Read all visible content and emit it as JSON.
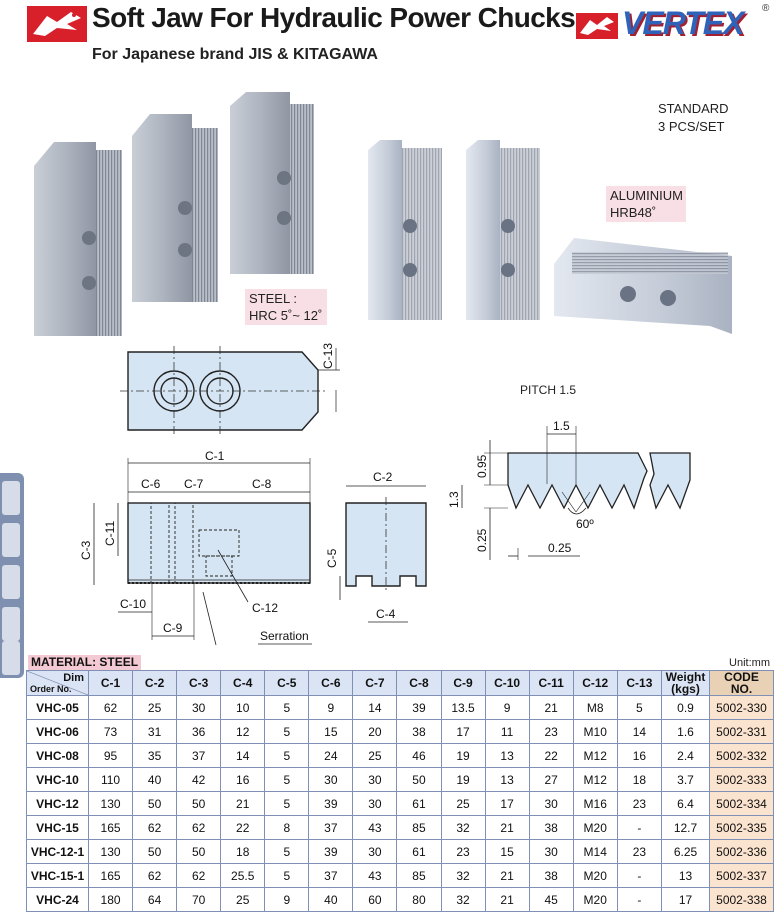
{
  "header": {
    "title": "Soft Jaw For Hydraulic Power Chucks",
    "subtitle": "For Japanese brand JIS & KITAGAWA",
    "brand": "VERTEX",
    "reg_mark": "®"
  },
  "notes": {
    "standard_line1": "STANDARD",
    "standard_line2": "3 PCS/SET",
    "aluminium_line1": "ALUMINIUM",
    "aluminium_line2": "HRB48˚",
    "steel_line1": "STEEL :",
    "steel_line2": "HRC 5˚~ 12˚",
    "pitch": "PITCH 1.5"
  },
  "drawing": {
    "c1": "C-1",
    "c2": "C-2",
    "c3": "C-3",
    "c4": "C-4",
    "c5": "C-5",
    "c6": "C-6",
    "c7": "C-7",
    "c8": "C-8",
    "c9": "C-9",
    "c10": "C-10",
    "c11": "C-11",
    "c12": "C-12",
    "c13": "C-13",
    "serration": "Serration",
    "p_15": "1.5",
    "p_095": "0.95",
    "p_13": "1.3",
    "p_025a": "0.25",
    "p_025b": "0.25",
    "p_60": "60º"
  },
  "table": {
    "material": "MATERIAL: STEEL",
    "unit": "Unit:mm",
    "dim_label": "Dim",
    "order_label": "Order No.",
    "columns": [
      "C-1",
      "C-2",
      "C-3",
      "C-4",
      "C-5",
      "C-6",
      "C-7",
      "C-8",
      "C-9",
      "C-10",
      "C-11",
      "C-12",
      "C-13"
    ],
    "weight_line1": "Weight",
    "weight_line2": "(kgs)",
    "code_line1": "CODE",
    "code_line2": "NO.",
    "rows": [
      {
        "order": "VHC-05",
        "vals": [
          "62",
          "25",
          "30",
          "10",
          "5",
          "9",
          "14",
          "39",
          "13.5",
          "9",
          "21",
          "M8",
          "5"
        ],
        "weight": "0.9",
        "code": "5002-330"
      },
      {
        "order": "VHC-06",
        "vals": [
          "73",
          "31",
          "36",
          "12",
          "5",
          "15",
          "20",
          "38",
          "17",
          "11",
          "23",
          "M10",
          "14"
        ],
        "weight": "1.6",
        "code": "5002-331"
      },
      {
        "order": "VHC-08",
        "vals": [
          "95",
          "35",
          "37",
          "14",
          "5",
          "24",
          "25",
          "46",
          "19",
          "13",
          "22",
          "M12",
          "16"
        ],
        "weight": "2.4",
        "code": "5002-332"
      },
      {
        "order": "VHC-10",
        "vals": [
          "110",
          "40",
          "42",
          "16",
          "5",
          "30",
          "30",
          "50",
          "19",
          "13",
          "27",
          "M12",
          "18"
        ],
        "weight": "3.7",
        "code": "5002-333"
      },
      {
        "order": "VHC-12",
        "vals": [
          "130",
          "50",
          "50",
          "21",
          "5",
          "39",
          "30",
          "61",
          "25",
          "17",
          "30",
          "M16",
          "23"
        ],
        "weight": "6.4",
        "code": "5002-334"
      },
      {
        "order": "VHC-15",
        "vals": [
          "165",
          "62",
          "62",
          "22",
          "8",
          "37",
          "43",
          "85",
          "32",
          "21",
          "38",
          "M20",
          "-"
        ],
        "weight": "12.7",
        "code": "5002-335"
      },
      {
        "order": "VHC-12-1",
        "vals": [
          "130",
          "50",
          "50",
          "18",
          "5",
          "39",
          "30",
          "61",
          "23",
          "15",
          "30",
          "M14",
          "23"
        ],
        "weight": "6.25",
        "code": "5002-336"
      },
      {
        "order": "VHC-15-1",
        "vals": [
          "165",
          "62",
          "62",
          "25.5",
          "5",
          "37",
          "43",
          "85",
          "32",
          "21",
          "38",
          "M20",
          "-"
        ],
        "weight": "13",
        "code": "5002-337"
      },
      {
        "order": "VHC-24",
        "vals": [
          "180",
          "64",
          "70",
          "25",
          "9",
          "40",
          "60",
          "80",
          "32",
          "21",
          "45",
          "M20",
          "-"
        ],
        "weight": "17",
        "code": "5002-338"
      }
    ]
  }
}
